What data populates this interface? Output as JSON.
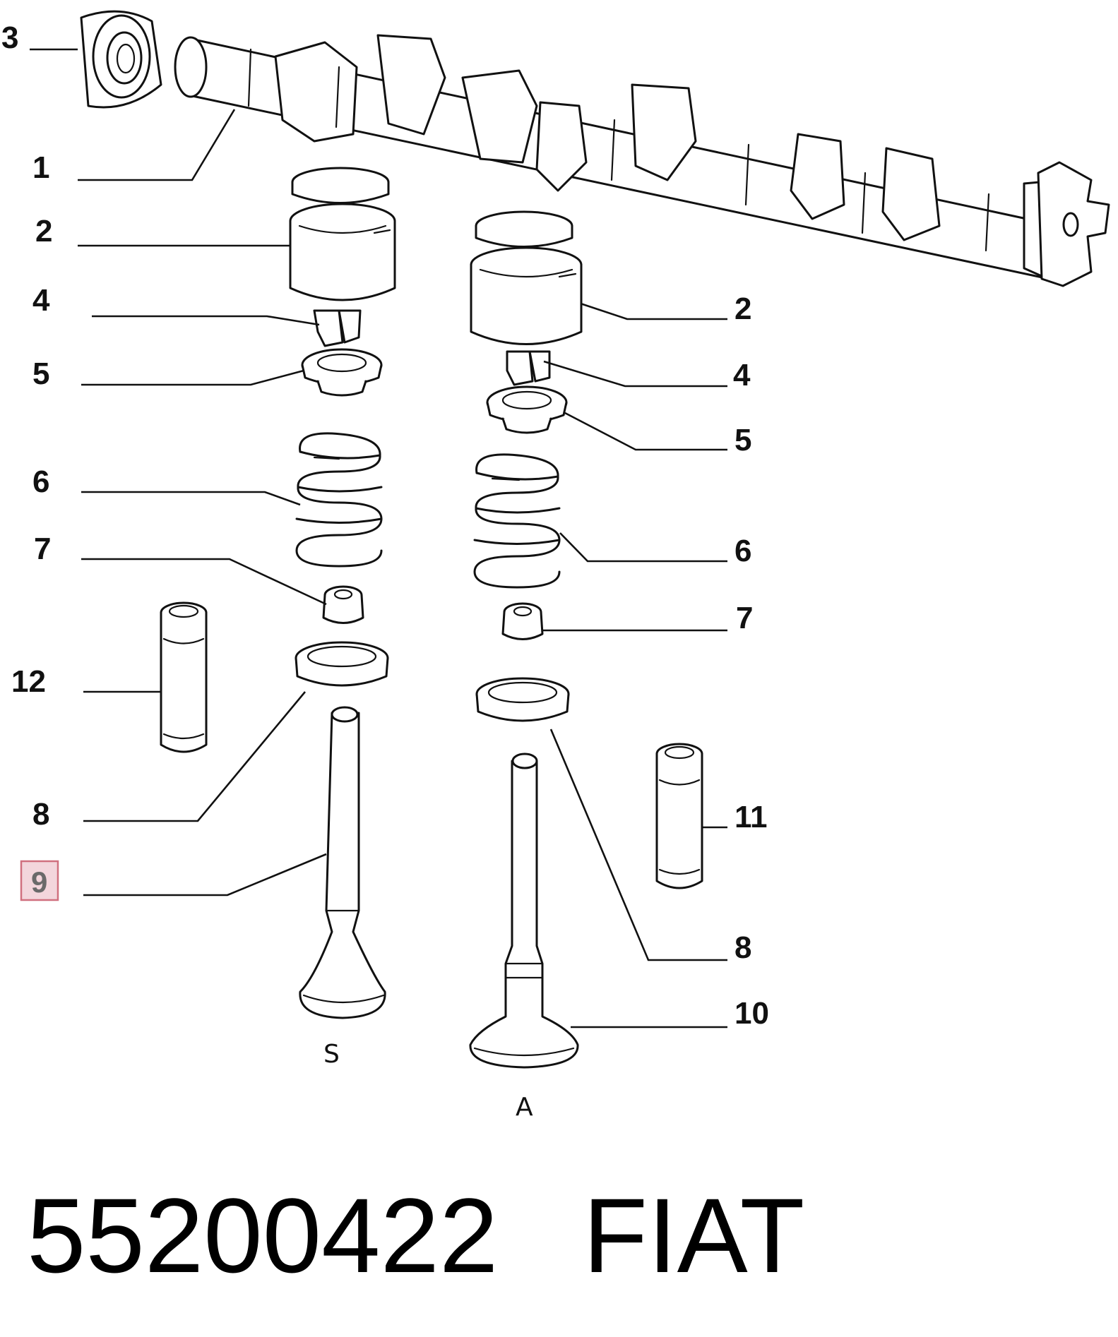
{
  "labels": {
    "l1": "1",
    "l2a": "2",
    "l2b": "2",
    "l3": "3",
    "l4a": "4",
    "l4b": "4",
    "l5a": "5",
    "l5b": "5",
    "l6a": "6",
    "l6b": "6",
    "l7a": "7",
    "l7b": "7",
    "l8a": "8",
    "l8b": "8",
    "l9": "9",
    "l10": "10",
    "l11": "11",
    "l12": "12"
  },
  "valve_markers": {
    "left": "S",
    "right": "A"
  },
  "highlighted_label": "9",
  "footer": {
    "part_number": "55200422",
    "brand": "FIAT"
  },
  "colors": {
    "highlight_fill": "#f3d6dc",
    "highlight_border": "#d0707f",
    "line": "#111111"
  }
}
